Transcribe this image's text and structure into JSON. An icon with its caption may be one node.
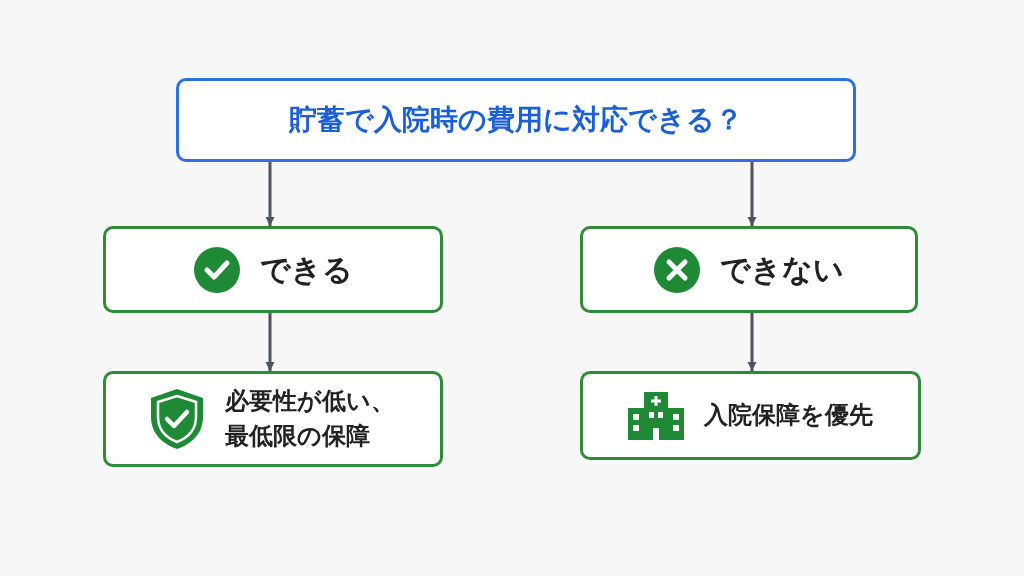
{
  "diagram": {
    "nodes": [
      {
        "text": [
          "貯蓄で入院時の費用に対応できる？"
        ]
      },
      {
        "text": [
          "できる"
        ]
      },
      {
        "text": [
          "できない"
        ]
      },
      {
        "text": [
          "必要性が低い、最低限の保障"
        ]
      },
      {
        "text": [
          "入院保障を優先"
        ]
      }
    ],
    "edges": [
      {
        "from": 0,
        "to": 1,
        "arrow": "to"
      },
      {
        "from": 0,
        "to": 2,
        "arrow": "to"
      },
      {
        "from": 1,
        "to": 3,
        "arrow": "to"
      },
      {
        "from": 2,
        "to": 4,
        "arrow": "to"
      }
    ]
  }
}
